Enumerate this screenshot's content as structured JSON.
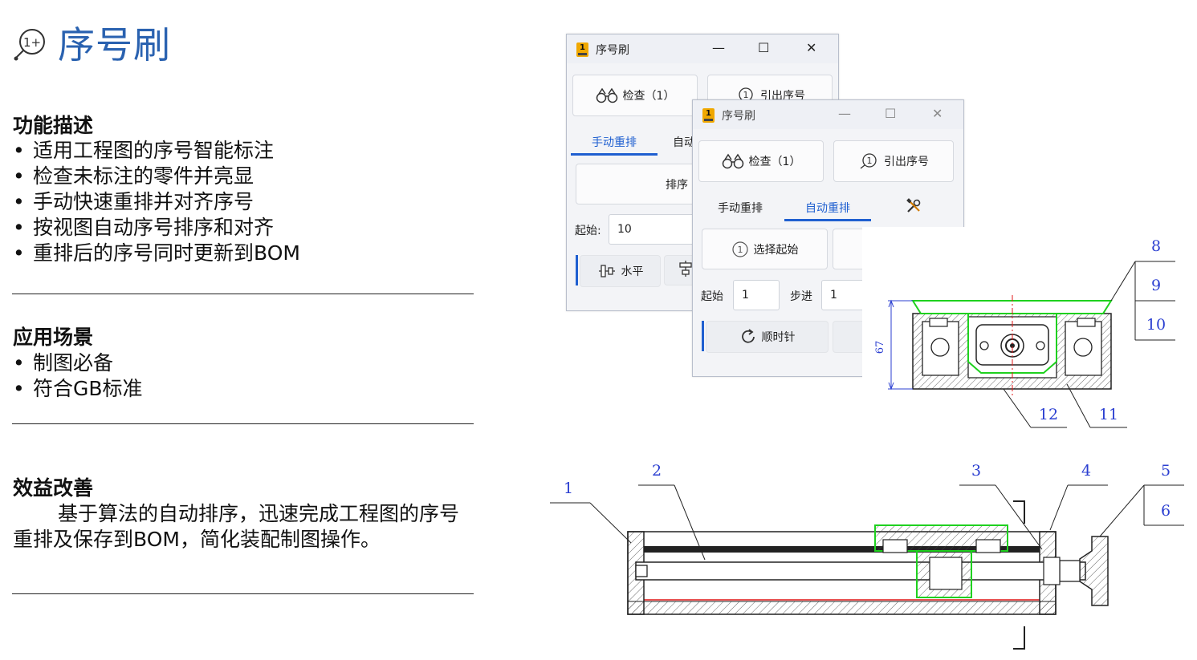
{
  "page": {
    "title": "序号刷",
    "title_icon": "balloon-number-icon",
    "title_icon_text": "1+"
  },
  "sections": {
    "features": {
      "heading": "功能描述",
      "items": [
        "适用工程图的序号智能标注",
        "检查未标注的零件并亮显",
        "手动快速重排并对齐序号",
        "按视图自动序号排序和对齐",
        "重排后的序号同时更新到BOM"
      ]
    },
    "scenarios": {
      "heading": "应用场景",
      "items": [
        "制图必备",
        "符合GB标准"
      ]
    },
    "benefits": {
      "heading": "效益改善",
      "text": "基于算法的自动排序，迅速完成工程图的序号重排及保存到BOM，简化装配制图操作。"
    }
  },
  "window_back": {
    "app_icon_text": "1",
    "title": "序号刷",
    "minimize": "—",
    "maximize": "☐",
    "close": "✕",
    "check_button": "检查（1）",
    "lead_button": "引出序号",
    "lead_icon_text": "1",
    "tab_manual": "手动重排",
    "tab_auto_partial": "自动",
    "sort_button": "排序",
    "start_label": "起始:",
    "start_value": "10",
    "horizontal_button": "水平"
  },
  "window_front": {
    "app_icon_text": "1",
    "title": "序号刷",
    "minimize": "—",
    "maximize": "☐",
    "close": "✕",
    "check_button": "检查（1）",
    "lead_button": "引出序号",
    "lead_icon_text": "1",
    "tab_manual": "手动重排",
    "tab_auto": "自动重排",
    "select_start_button": "选择起始",
    "select_icon_text": "1",
    "start_label": "起始",
    "start_value": "1",
    "step_label": "步进",
    "step_value": "1",
    "clockwise_button": "顺时针"
  },
  "drawing_top": {
    "balloons": [
      "8",
      "9",
      "10",
      "12",
      "11"
    ],
    "dimension": "67"
  },
  "drawing_bottom": {
    "balloons": [
      "1",
      "2",
      "3",
      "4",
      "5",
      "6"
    ]
  },
  "colors": {
    "title_blue": "#2a62b0",
    "tab_blue": "#1f5fd0",
    "balloon_blue": "#2b3fd1",
    "highlight_green": "#1fd11f",
    "center_red": "#e01818"
  }
}
